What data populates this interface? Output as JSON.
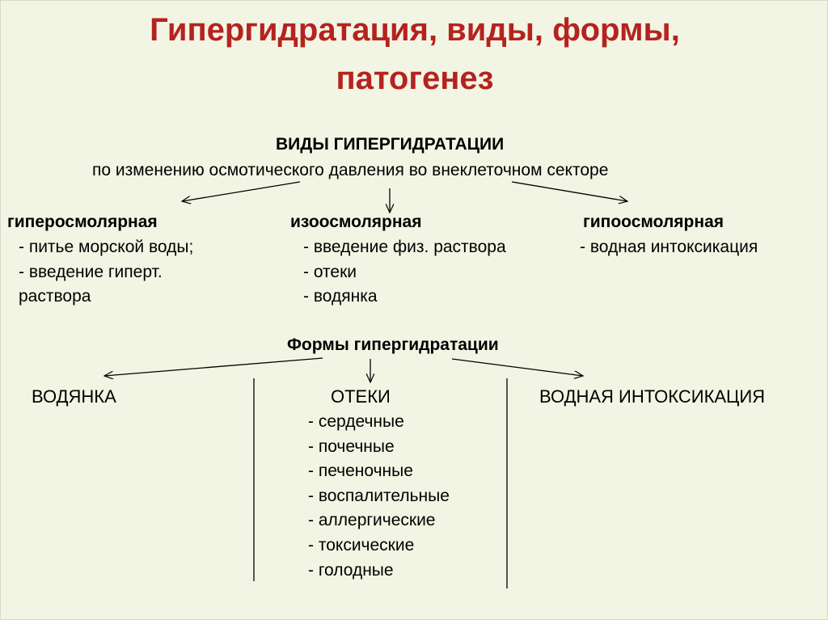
{
  "title": {
    "line1": "Гипергидратация, виды, формы,",
    "line2": "патогенез"
  },
  "types_section": {
    "heading": "ВИДЫ ГИПЕРГИДРАТАЦИИ",
    "subheading": "по изменению осмотического  давления во  внеклеточном секторе",
    "hyperosmolar": {
      "label": "гиперосмолярная",
      "items": [
        "- питье  морской воды;",
        "- введение гиперт.",
        "раствора"
      ]
    },
    "isoosmolar": {
      "label": "изоосмолярная",
      "items": [
        "- введение физ. раствора",
        "- отеки",
        "- водянка"
      ]
    },
    "hypoosmolar": {
      "label": "гипоосмолярная",
      "items": [
        "- водная интоксикация"
      ]
    }
  },
  "forms_section": {
    "heading": "Формы гипергидратации",
    "dropsy": "ВОДЯНКА",
    "edema": {
      "label": "ОТЕКИ",
      "items": [
        "- сердечные",
        "- почечные",
        "- печеночные",
        "- воспалительные",
        "- аллергические",
        "- токсические",
        "- голодные"
      ]
    },
    "water_intoxication": "ВОДНАЯ ИНТОКСИКАЦИЯ"
  },
  "colors": {
    "background": "#f2f5e3",
    "title": "#b5231f",
    "text": "#000000"
  }
}
